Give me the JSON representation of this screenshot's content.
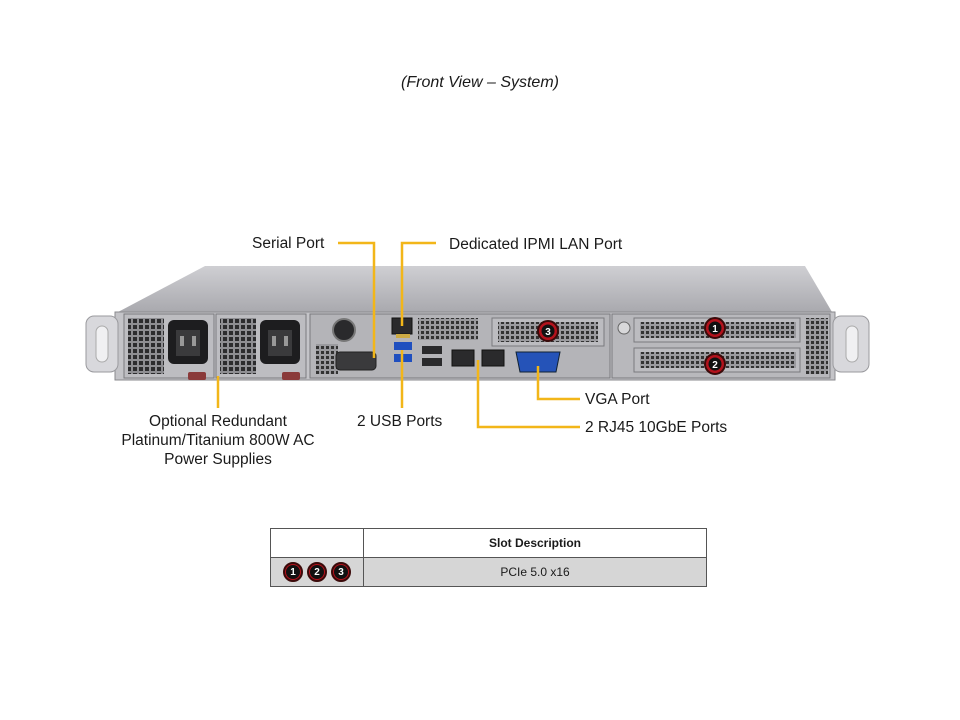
{
  "caption": "(Front View – System)",
  "callouts": {
    "serial_port": "Serial Port",
    "ipmi_port": "Dedicated IPMI  LAN Port",
    "power_supplies_line1": "Optional Redundant",
    "power_supplies_line2": "Platinum/Titanium  800W AC",
    "power_supplies_line3": "Power Supplies",
    "usb_ports": "2 USB Ports",
    "vga_port": "VGA Port",
    "rj45_ports": "2 RJ45 10GbE Ports"
  },
  "slot_markers": [
    "1",
    "2",
    "3"
  ],
  "colors": {
    "callout_line": "#f2b619",
    "marker_red": "#b3121c",
    "chassis_gray": "#b9b9bd"
  },
  "table": {
    "header": "Slot Description",
    "rows": [
      {
        "slots": [
          "1",
          "2",
          "3"
        ],
        "description": "PCIe 5.0 x16"
      }
    ]
  }
}
